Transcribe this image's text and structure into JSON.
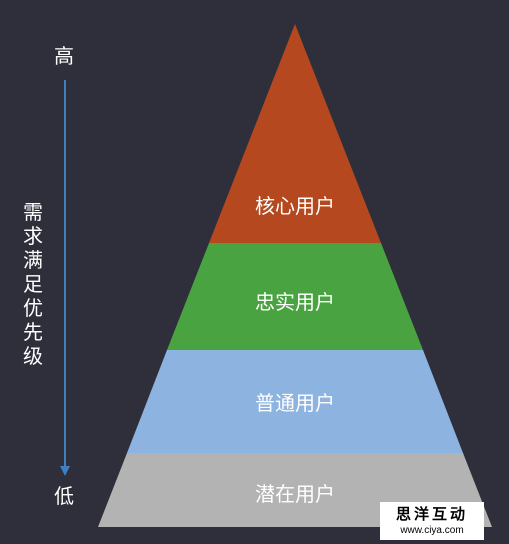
{
  "axis": {
    "high_label": "高",
    "low_label": "低",
    "title": "需求满足优先级",
    "arrow_color": "#3f7fc0"
  },
  "pyramid": {
    "tiers": [
      {
        "label": "核心用户",
        "color": "#b5481f"
      },
      {
        "label": "忠实用户",
        "color": "#4aa341"
      },
      {
        "label": "普通用户",
        "color": "#8db3e0"
      },
      {
        "label": "潜在用户",
        "color": "#b3b3b3"
      }
    ]
  },
  "watermark": {
    "main": "思洋互动",
    "sub": "www.ciya.com"
  }
}
